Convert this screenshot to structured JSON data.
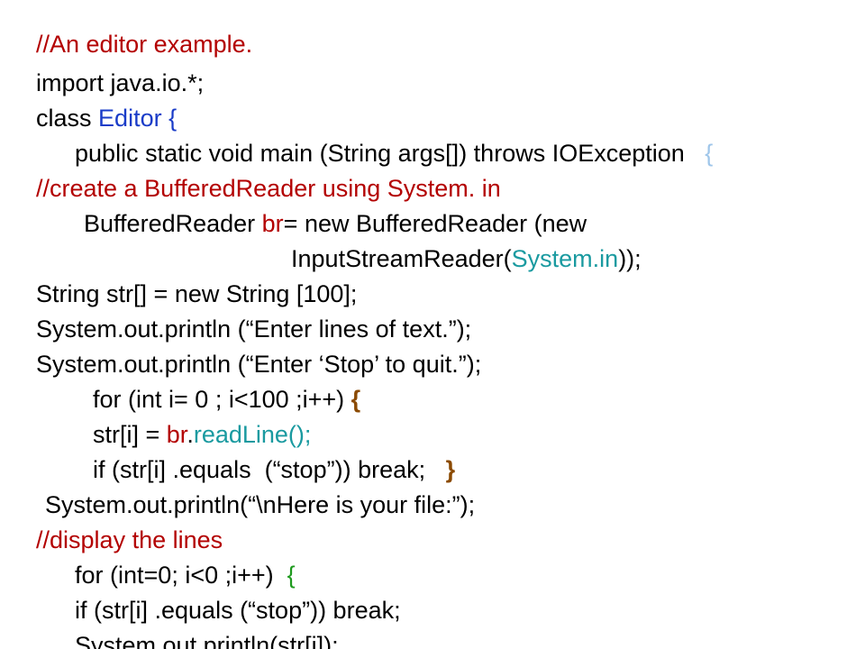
{
  "code_lines": [
    {
      "segments": [
        {
          "text": "//An editor example.",
          "color": "#b30000"
        }
      ]
    },
    {
      "segments": [
        {
          "text": "import java.io.*;",
          "color": "#000000"
        }
      ]
    },
    {
      "segments": [
        {
          "text": "class ",
          "color": "#000000"
        },
        {
          "text": "Editor {",
          "color": "#1a3cc8"
        }
      ]
    },
    {
      "segments": [
        {
          "text": "public static void main (String args[]) throws IOException",
          "color": "#000000"
        },
        {
          "text": "   {",
          "color": "#9fc6ea"
        }
      ]
    },
    {
      "segments": [
        {
          "text": "//create a BufferedReader using System. in",
          "color": "#b30000"
        }
      ]
    },
    {
      "segments": [
        {
          "text": "BufferedReader ",
          "color": "#000000"
        },
        {
          "text": "br",
          "color": "#b30000"
        },
        {
          "text": "= new BufferedReader (new",
          "color": "#000000"
        }
      ]
    },
    {
      "segments": [
        {
          "text": "InputStreamReader(",
          "color": "#000000"
        },
        {
          "text": "System.in",
          "color": "#1a9aa0"
        },
        {
          "text": "));",
          "color": "#000000"
        }
      ]
    },
    {
      "segments": [
        {
          "text": "String str[] = new String [100];",
          "color": "#000000"
        }
      ]
    },
    {
      "segments": [
        {
          "text": "System.out.println (“Enter lines of text.”);",
          "color": "#000000"
        }
      ]
    },
    {
      "segments": [
        {
          "text": "System.out.println (“Enter ‘Stop’ to quit.”);",
          "color": "#000000"
        }
      ]
    },
    {
      "segments": [
        {
          "text": "for (int i= 0 ; i<100 ;i++) ",
          "color": "#000000"
        },
        {
          "text": "{",
          "color": "#8b4a00"
        }
      ]
    },
    {
      "segments": [
        {
          "text": "str[i] = ",
          "color": "#000000"
        },
        {
          "text": "br",
          "color": "#b30000"
        },
        {
          "text": ".",
          "color": "#000000"
        },
        {
          "text": "readLine();",
          "color": "#1a9aa0"
        }
      ]
    },
    {
      "segments": [
        {
          "text": "if (str[i] .equals  (“stop”)) break;   ",
          "color": "#000000"
        },
        {
          "text": "}",
          "color": "#8b4a00"
        }
      ]
    },
    {
      "segments": [
        {
          "text": "System.out.println(“\\nHere is your file:”);",
          "color": "#000000"
        }
      ]
    },
    {
      "segments": [
        {
          "text": "//display the lines",
          "color": "#b30000"
        }
      ]
    },
    {
      "segments": [
        {
          "text": "for (int=0; i<0 ;i++)  ",
          "color": "#000000"
        },
        {
          "text": "{",
          "color": "#1e9a1e"
        }
      ]
    },
    {
      "segments": [
        {
          "text": "if (str[i] .equals (“stop”)) break;",
          "color": "#000000"
        }
      ]
    },
    {
      "segments": [
        {
          "text": "System.out.println(str[i]);",
          "color": "#000000"
        }
      ]
    },
    {
      "segments": [
        {
          "text": "}",
          "color": "#1e9a1e"
        },
        {
          "text": "  }",
          "color": "#9fc6ea"
        },
        {
          "text": "  }",
          "color": "#1a3cc8"
        }
      ]
    }
  ]
}
